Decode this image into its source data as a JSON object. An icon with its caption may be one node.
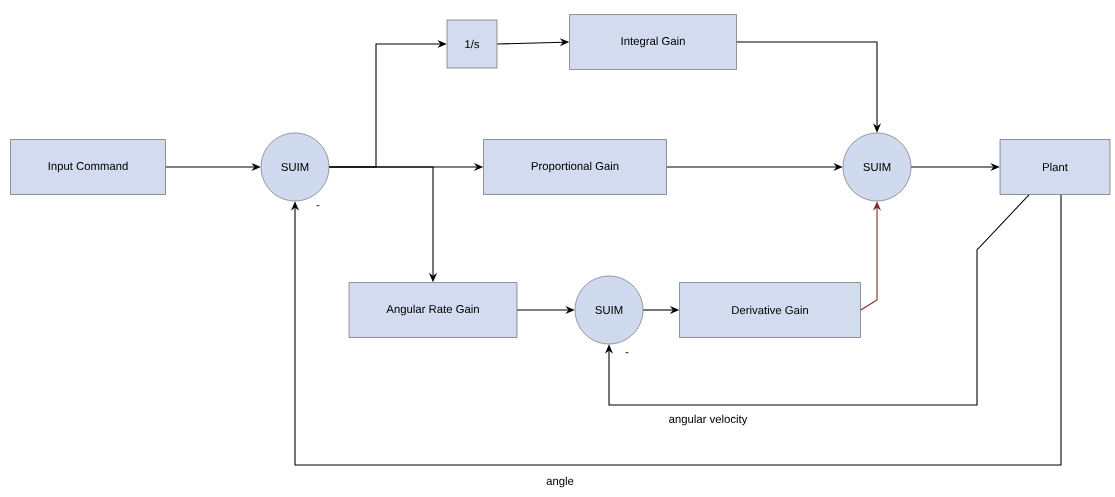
{
  "diagram": {
    "nodes": [
      {
        "text": [
          "Input Command"
        ]
      },
      {
        "text": [
          "SUIM"
        ]
      },
      {
        "text": [
          "1/s"
        ]
      },
      {
        "text": [
          "Integral Gain"
        ]
      },
      {
        "text": [
          "Proportional Gain"
        ]
      },
      {
        "text": [
          "SUIM"
        ]
      },
      {
        "text": [
          "Plant"
        ]
      },
      {
        "text": [
          "Angular Rate Gain"
        ]
      },
      {
        "text": [
          "SUIM"
        ]
      },
      {
        "text": [
          "Derivative Gain"
        ]
      }
    ],
    "edges": [
      {
        "from": 0,
        "to": 1,
        "arrow": "to"
      },
      {
        "from": 1,
        "to": 2,
        "arrow": "to"
      },
      {
        "from": 2,
        "to": 3,
        "arrow": "to"
      },
      {
        "from": 3,
        "to": 5,
        "arrow": "to"
      },
      {
        "from": 1,
        "to": 4,
        "arrow": "to"
      },
      {
        "from": 1,
        "to": 7,
        "arrow": "to"
      },
      {
        "from": 4,
        "to": 5,
        "arrow": "to"
      },
      {
        "from": 7,
        "to": 8,
        "arrow": "to"
      },
      {
        "from": 8,
        "to": 9,
        "arrow": "to"
      },
      {
        "from": 9,
        "to": 5,
        "arrow": "to",
        "color": "#7a2a2a"
      },
      {
        "from": 5,
        "to": 6,
        "arrow": "to"
      },
      {
        "from": 6,
        "to": 8,
        "arrow": "to",
        "label": "angular velocity"
      },
      {
        "from": 6,
        "to": 1,
        "arrow": "to",
        "label": "angle"
      }
    ],
    "labels": [
      "-",
      "-"
    ]
  }
}
